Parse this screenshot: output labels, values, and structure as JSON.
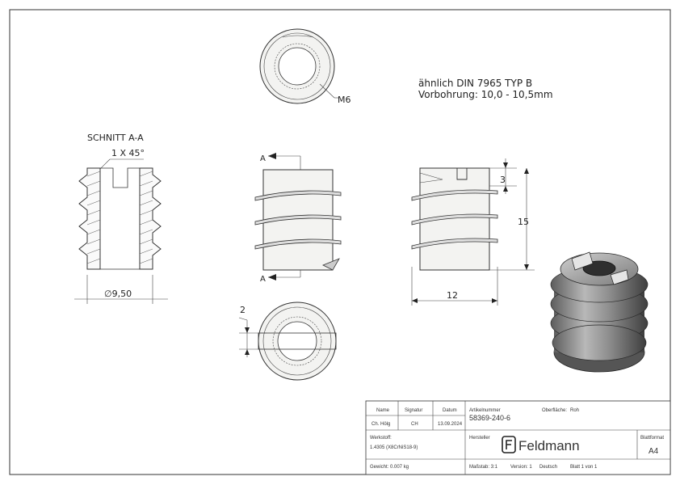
{
  "section": {
    "title": "SCHNITT A-A",
    "chamfer": "1 X 45°",
    "diameter": "∅9,50"
  },
  "notes": {
    "line1": "ähnlich DIN 7965 TYP B",
    "line2": "Vorbohrung: 10,0 - 10,5mm"
  },
  "labels": {
    "thread": "M6",
    "section_mark_top": "A",
    "section_mark_bottom": "A",
    "slot_depth": "3",
    "length": "15",
    "width": "12",
    "slot_width": "2"
  },
  "title_block": {
    "headers": {
      "name": "Name",
      "signature": "Signatur",
      "date": "Datum"
    },
    "row": {
      "name": "Ch. Hölg",
      "signature": "CH",
      "date": "13.09.2024"
    },
    "article_label": "Artikelnummer",
    "article_number": "58369-240-6",
    "surface_label": "Oberfläche:",
    "surface_value": "Roh",
    "material_label": "Werkstoff:",
    "material_value": "1.4305 (X8CrNiS18-9)",
    "manufacturer_label": "Hersteller",
    "brand": "Feldmann",
    "sheet_format_label": "Blattformat",
    "sheet_format": "A4",
    "weight": "Gewicht: 0.007 kg",
    "scale": "Maßstab: 3:1",
    "version": "Version: 1",
    "language": "Deutsch",
    "sheet": "Blatt 1 von 1"
  }
}
